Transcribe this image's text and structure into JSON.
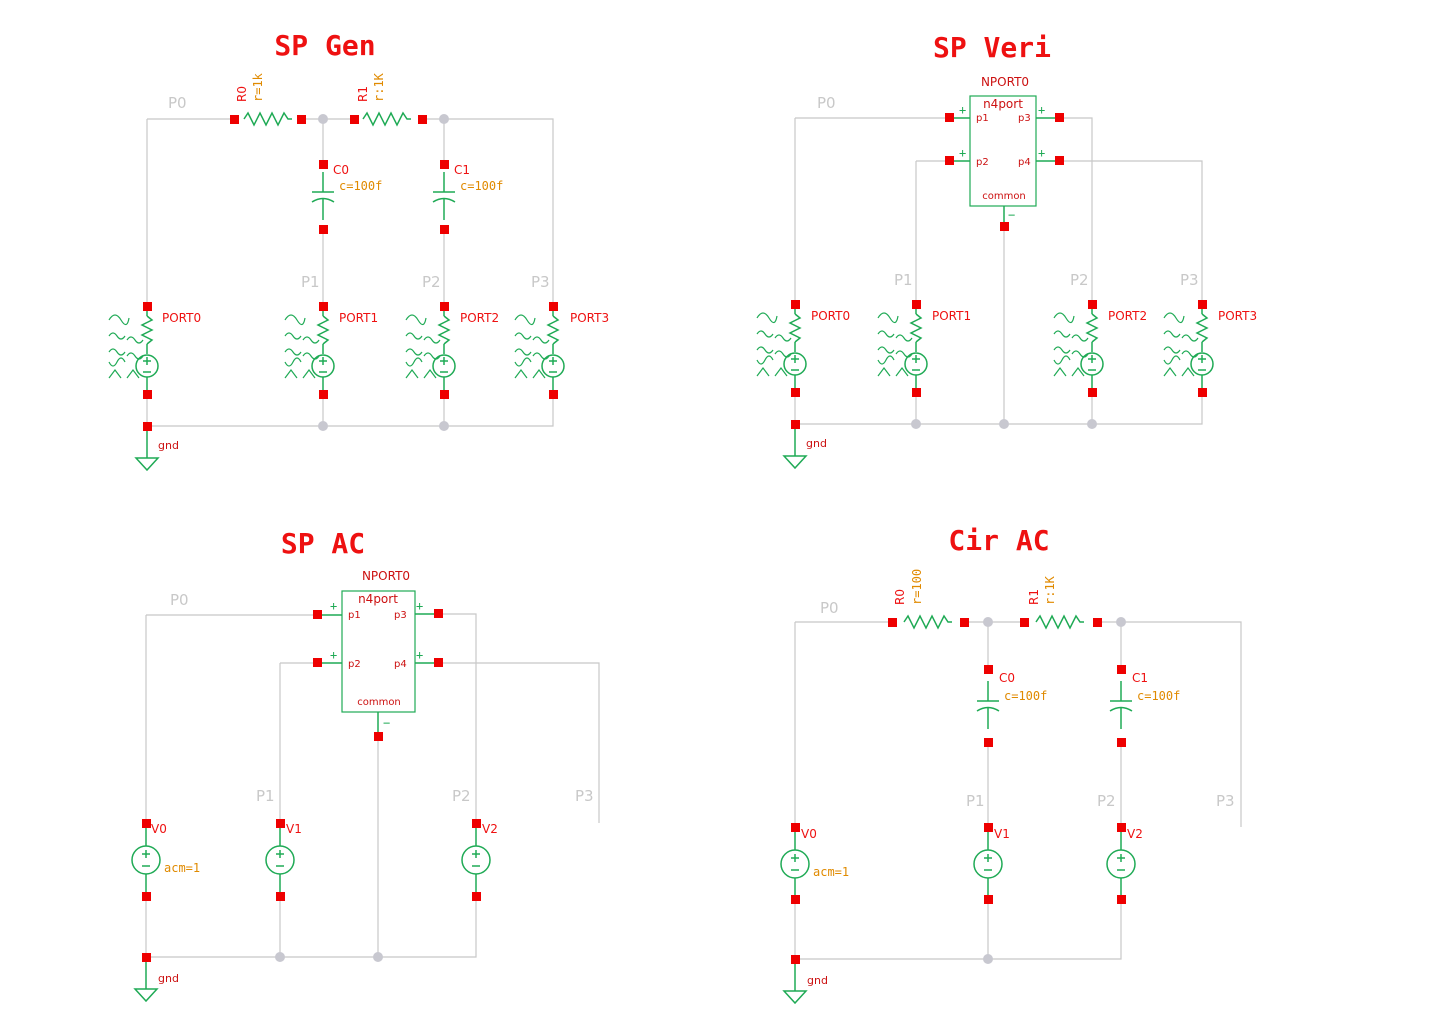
{
  "panels": [
    {
      "title": "SP Gen",
      "nets": [
        "P0",
        "P1",
        "P2",
        "P3"
      ],
      "resistors": [
        {
          "name": "R0",
          "value": "r=1k"
        },
        {
          "name": "R1",
          "value": "r:1K"
        }
      ],
      "capacitors": [
        {
          "name": "C0",
          "value": "c=100f"
        },
        {
          "name": "C1",
          "value": "c=100f"
        }
      ],
      "ports": [
        "PORT0",
        "PORT1",
        "PORT2",
        "PORT3"
      ],
      "ground": "gnd"
    },
    {
      "title": "SP Veri",
      "nets": [
        "P0",
        "P1",
        "P2",
        "P3"
      ],
      "nport": {
        "instance": "NPORT0",
        "cell": "n4port",
        "pins": [
          "p1",
          "p2",
          "p3",
          "p4"
        ],
        "common": "common"
      },
      "ports": [
        "PORT0",
        "PORT1",
        "PORT2",
        "PORT3"
      ],
      "ground": "gnd"
    },
    {
      "title": "SP AC",
      "nets": [
        "P0",
        "P1",
        "P2",
        "P3"
      ],
      "nport": {
        "instance": "NPORT0",
        "cell": "n4port",
        "pins": [
          "p1",
          "p2",
          "p3",
          "p4"
        ],
        "common": "common"
      },
      "sources": [
        {
          "name": "V0",
          "value": "acm=1"
        },
        {
          "name": "V1",
          "value": ""
        },
        {
          "name": "V2",
          "value": ""
        }
      ],
      "ground": "gnd"
    },
    {
      "title": "Cir AC",
      "nets": [
        "P0",
        "P1",
        "P2",
        "P3"
      ],
      "resistors": [
        {
          "name": "R0",
          "value": "r=100"
        },
        {
          "name": "R1",
          "value": "r:1K"
        }
      ],
      "capacitors": [
        {
          "name": "C0",
          "value": "c=100f"
        },
        {
          "name": "C1",
          "value": "c=100f"
        }
      ],
      "sources": [
        {
          "name": "V0",
          "value": "acm=1"
        },
        {
          "name": "V1",
          "value": ""
        },
        {
          "name": "V2",
          "value": ""
        }
      ],
      "ground": "gnd"
    }
  ],
  "colors": {
    "title": "#ee1111",
    "pin": "#ee0000",
    "wire": "#c8c8c8",
    "device": "#1faa55",
    "value": "#e08a00"
  }
}
